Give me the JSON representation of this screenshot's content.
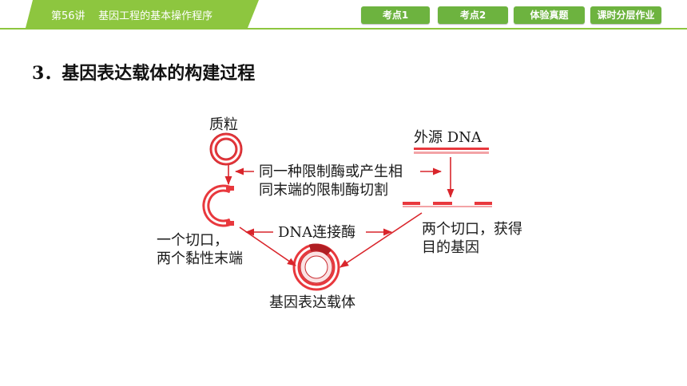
{
  "header": {
    "title": "第56讲    基因工程的基本操作程序",
    "tabs": [
      "考点1",
      "考点2",
      "体验真题",
      "课时分层作业"
    ],
    "accent_color": "#8dc63f",
    "tab_color": "#6db33f"
  },
  "section": {
    "heading": "3．基因表达载体的构建过程"
  },
  "diagram": {
    "plasmid_label": "质粒",
    "foreign_dna_label": "外源 DNA",
    "enzyme_line1": "同一种限制酶或产生相",
    "enzyme_line2": "同末端的限制酶切割",
    "ligase_label": "DNA连接酶",
    "left_cut_line1": "一个切口，",
    "left_cut_line2": "两个黏性末端",
    "right_cut_line1": "两个切口，获得",
    "right_cut_line2": "目的基因",
    "product_label": "基因表达载体",
    "dna_color": "#e8383d",
    "arrow_color": "#d9252b"
  }
}
